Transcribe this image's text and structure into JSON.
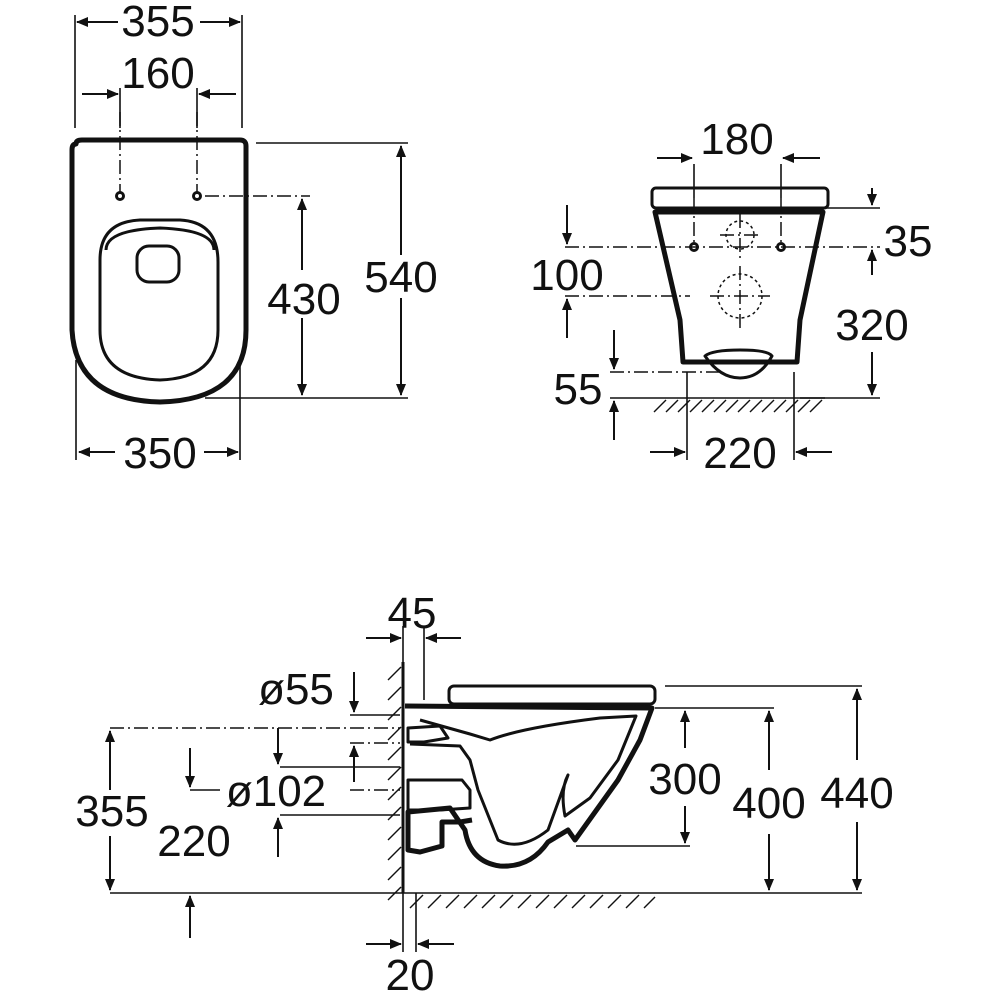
{
  "top_view": {
    "width_outer": "355",
    "fixing_spacing": "160",
    "bowl_width": "350",
    "length_total": "540",
    "fixing_to_front": "430"
  },
  "front_view": {
    "fixing_spacing": "180",
    "seat_to_fixing": "35",
    "fixing_to_outlet": "100",
    "fixing_height": "320",
    "outlet_height": "55",
    "outlet_width": "220"
  },
  "side_view": {
    "wall_offset": "45",
    "inlet_diameter": "ø55",
    "outlet_diameter": "ø102",
    "inlet_height": "355",
    "outlet_height": "220",
    "bowl_height": "300",
    "rim_height": "400",
    "seat_height": "440",
    "wall_gap": "20"
  }
}
